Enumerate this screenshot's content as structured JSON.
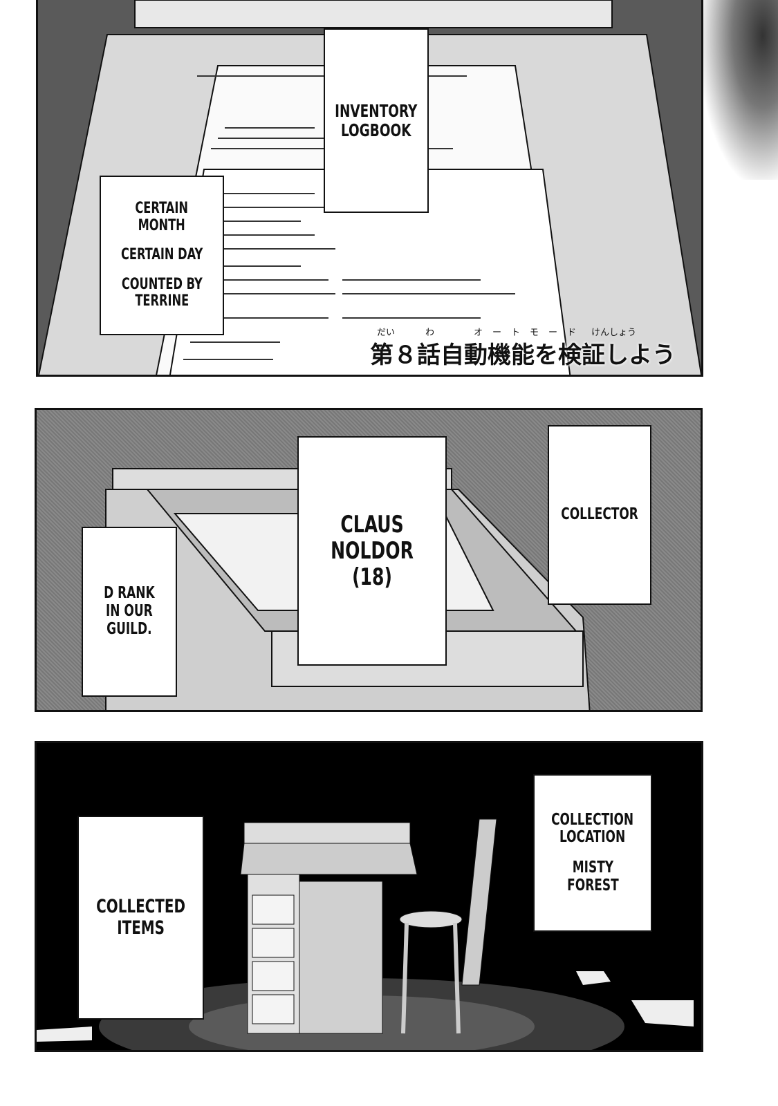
{
  "panel1": {
    "logbook_title": "INVENTORY\nLOGBOOK",
    "date_box": {
      "line1": "CERTAIN\nMONTH",
      "line2": "CERTAIN DAY",
      "line3": "COUNTED BY\nTERRINE"
    },
    "chapter_title": "第８話自動機能を検証しよう",
    "ruby": {
      "dai": "だい",
      "wa": "わ",
      "auto": "オートモード",
      "kenshou": "けんしょう"
    }
  },
  "panel2": {
    "name_box": "CLAUS\nNOLDOR\n(18)",
    "role_box": "COLLECTOR",
    "rank_box": "D RANK\nIN OUR\nGUILD."
  },
  "panel3": {
    "items_box": "COLLECTED\nITEMS",
    "location_box": {
      "label": "COLLECTION\nLOCATION",
      "value": "MISTY\nFOREST"
    }
  }
}
